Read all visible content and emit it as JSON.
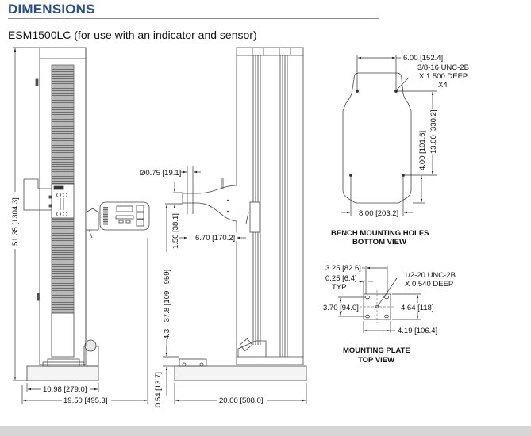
{
  "header": {
    "title": "DIMENSIONS",
    "subtitle": "ESM1500LC (for use with an indicator and sensor)"
  },
  "colors": {
    "title": "#2b4d8a",
    "line": "#555555",
    "footer": "#d6d6d6"
  },
  "front_view": {
    "overall_height": "51.35 [1304.3]",
    "base_depth": "10.98 [279.0]",
    "overall_depth": "19.50 [495.3]"
  },
  "side_view": {
    "probe_diameter": "Ø0.75 [19.1]",
    "probe_offset": "1.50 [38.1]",
    "throat_depth": "6.70 [170.2]",
    "travel_range": "4.3 - 37.8 [109 - 959]",
    "plate_height": "0.54 [13.7]",
    "base_width": "20.00 [508.0]"
  },
  "bench_holes": {
    "hole_spacing_top": "6.00 [152.4]",
    "thread_spec_line1": "3/8-16 UNC-2B",
    "thread_spec_line2": "X 1.500 DEEP",
    "thread_spec_line3": "X4",
    "hole_span_vertical": "13.00 [330.2]",
    "bottom_offset": "4.00 [101.6]",
    "hole_spacing_bottom": "8.00 [203.2]",
    "caption_line1": "BENCH MOUNTING HOLES",
    "caption_line2": "BOTTOM VIEW"
  },
  "mounting_plate": {
    "hole_spacing": "3.25 [82.6]",
    "edge_offset_line1": "0.25 [6.4]",
    "edge_offset_line2": "TYP.",
    "thread_spec_line1": "1/2-20 UNC-2B",
    "thread_spec_line2": "X 0.540 DEEP",
    "hole_spacing_vertical": "3.70 [94.0]",
    "plate_height": "4.64 [118]",
    "plate_width": "4.19 [106.4]",
    "caption_line1": "MOUNTING PLATE",
    "caption_line2": "TOP VIEW"
  }
}
